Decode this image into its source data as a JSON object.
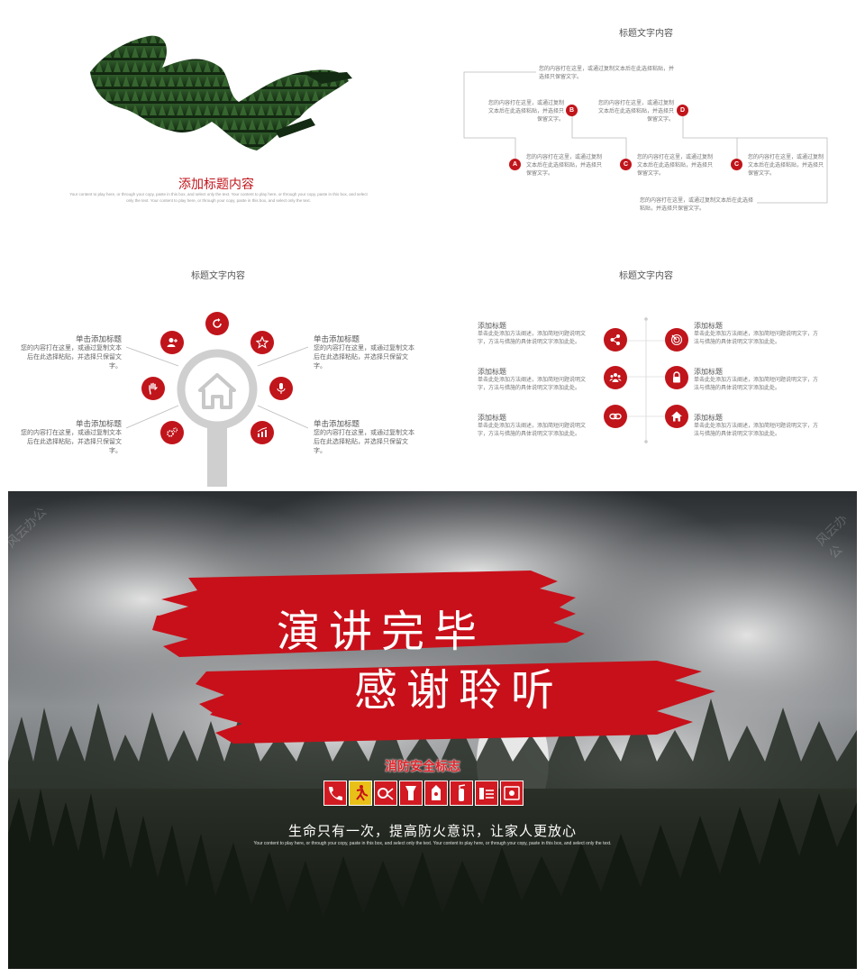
{
  "slide1": {
    "title": "添加标题内容",
    "caption": "Your content to play here, or through your copy, paste in this box, and select only the text. Your content to play here, or through your copy, paste in this box, and select only the text. Your content to play here, or through your copy, paste in this box, and select only the text."
  },
  "slide2": {
    "title": "标题文字内容",
    "top_text": "您的内容打在这里，或通过复制文本后在此选择粘贴，并选择只保留文字。",
    "b_text": "您的内容打在这里，或通过复制文本后在此选择粘贴，并选择只保留文字。",
    "d_text": "您的内容打在这里，或通过复制文本后在此选择粘贴，并选择只保留文字。",
    "a_text": "您的内容打在这里，或通过复制文本后在此选择粘贴，并选择只保留文字。",
    "c1_text": "您的内容打在这里，或通过复制文本后在此选择粘贴，并选择只保留文字。",
    "c2_text": "您的内容打在这里，或通过复制文本后在此选择粘贴，并选择只保留文字。",
    "bottom_text": "您的内容打在这里，或通过复制文本后在此选择粘贴，并选择只保留文字。",
    "badges": [
      "A",
      "B",
      "C",
      "D",
      "C"
    ]
  },
  "slide3": {
    "title": "标题文字内容",
    "items": [
      {
        "heading": "单击添加标题",
        "text": "您的内容打在这里，或通过复制文本后在此选择粘贴，并选择只保留文字。"
      },
      {
        "heading": "单击添加标题",
        "text": "您的内容打在这里，或通过复制文本后在此选择粘贴，并选择只保留文字。"
      },
      {
        "heading": "单击添加标题",
        "text": "您的内容打在这里，或通过复制文本后在此选择粘贴，并选择只保留文字。"
      },
      {
        "heading": "单击添加标题",
        "text": "您的内容打在这里，或通过复制文本后在此选择粘贴，并选择只保留文字。"
      }
    ]
  },
  "slide4": {
    "title": "标题文字内容",
    "items": [
      {
        "heading": "添加标题",
        "text": "单击此处添加方法阐述，添加简短问题说明文字，方法与措施的具体说明文字添加此处。"
      },
      {
        "heading": "添加标题",
        "text": "单击此处添加方法阐述，添加简短问题说明文字，方法与措施的具体说明文字添加此处。"
      },
      {
        "heading": "添加标题",
        "text": "单击此处添加方法阐述，添加简短问题说明文字，方法与措施的具体说明文字添加此处。"
      },
      {
        "heading": "添加标题",
        "text": "单击此处添加方法阐述，添加简短问题说明文字，方法与措施的具体说明文字添加此处。"
      },
      {
        "heading": "添加标题",
        "text": "单击此处添加方法阐述，添加简短问题说明文字，方法与措施的具体说明文字添加此处。"
      },
      {
        "heading": "添加标题",
        "text": "单击此处添加方法阐述，添加简短问题说明文字，方法与措施的具体说明文字添加此处。"
      }
    ]
  },
  "slide5": {
    "line1": "演讲完毕",
    "line2": "感谢聆听",
    "sign_title": "消防安全标志",
    "slogan": "生命只有一次，提高防火意识，让家人更放心",
    "caption": "Your content to play here, or through your copy, paste in this box, and select only the text. Your content to play here, or through your copy, paste in this box, and select only the text.",
    "watermark": "风云办公"
  },
  "colors": {
    "accent": "#c0151b",
    "forest": "#1e3a1c"
  }
}
